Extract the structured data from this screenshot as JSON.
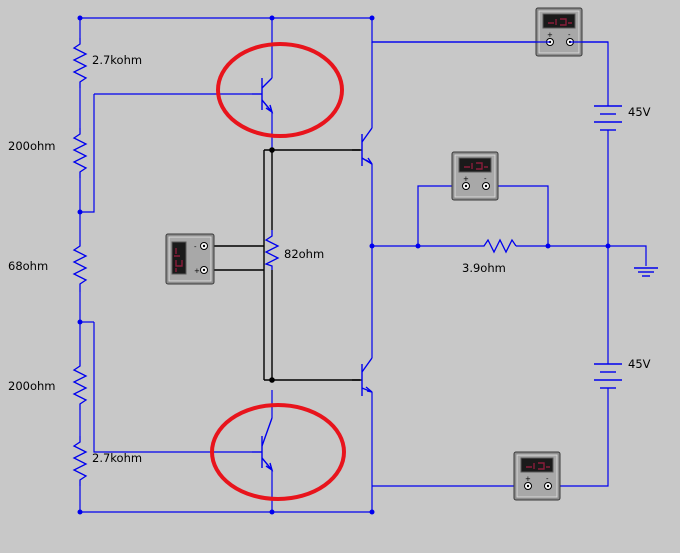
{
  "labels": {
    "r_top_small": "2.7kohm",
    "r_top_mid": "200ohm",
    "r_center_left": "68ohm",
    "r_bottom_mid": "200ohm",
    "r_bottom_small": "2.7kohm",
    "r_bridge": "82ohm",
    "r_load": "3.9ohm",
    "v_top": "45V",
    "v_bottom": "45V"
  },
  "colors": {
    "wire": "#0000ee",
    "highlight_ring": "#e8141c",
    "background": "#c8c8c8"
  },
  "meters": [
    {
      "id": "meter-top-right",
      "icon": "multimeter-icon"
    },
    {
      "id": "meter-load",
      "icon": "multimeter-icon"
    },
    {
      "id": "meter-bridge",
      "icon": "multimeter-icon"
    },
    {
      "id": "meter-bottom-right",
      "icon": "multimeter-icon"
    }
  ],
  "symbols": {
    "ground": "ground-icon",
    "battery": "battery-icon",
    "transistor": "npn-transistor-icon"
  }
}
